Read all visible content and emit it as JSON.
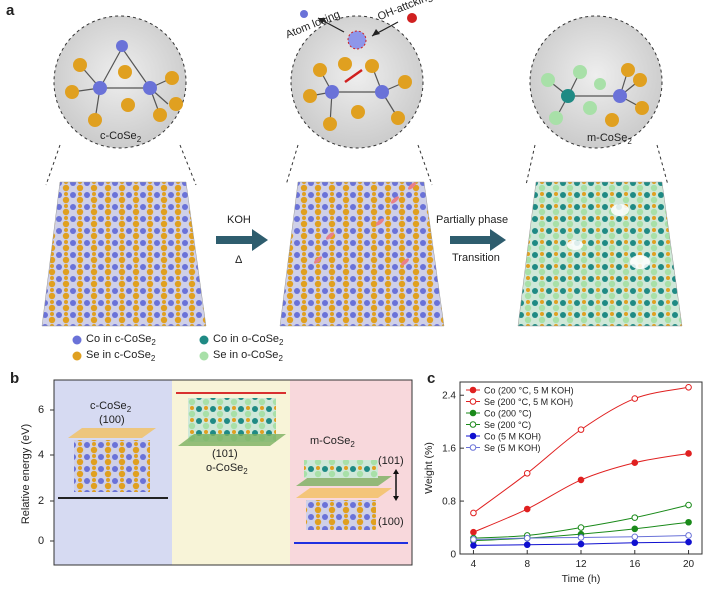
{
  "panel_a": {
    "letter": "a",
    "c_label": "c-CoSe",
    "c_sub": "2",
    "m_label": "m-CoSe",
    "m_sub": "2",
    "atom_losing": "Atom losing",
    "oh_attacking": "OH-attcking",
    "koh": "KOH",
    "delta": "Δ",
    "partially_phase": "Partially phase",
    "transition": "Transition",
    "legend": [
      {
        "prefix": "Co in c-CoSe",
        "sub": "2",
        "color": "#6a72d8"
      },
      {
        "prefix": "Se in c-CoSe",
        "sub": "2",
        "color": "#e0a020"
      },
      {
        "prefix": "Co in o-CoSe",
        "sub": "2",
        "color": "#1f8a84"
      },
      {
        "prefix": "Se in o-CoSe",
        "sub": "2",
        "color": "#a8e0a8"
      }
    ]
  },
  "panel_b": {
    "letter": "b",
    "ylabel": "Relative energy (eV)",
    "yticks": [
      "0",
      "2",
      "4",
      "6"
    ],
    "c_label": "c-CoSe",
    "c_sub": "2",
    "c_face": "(100)",
    "o_face": "(101)",
    "o_label": "o-CoSe",
    "o_sub": "2",
    "m_label": "m-CoSe",
    "m_sub": "2",
    "m_face_top": "(101)",
    "m_face_bottom": "(100)",
    "levels": [
      {
        "phase": "c-CoSe2",
        "energy": 1.9,
        "color": "#222222"
      },
      {
        "phase": "o-CoSe2",
        "energy": 6.7,
        "color": "#d83030"
      },
      {
        "phase": "m-CoSe2",
        "energy": -0.1,
        "color": "#2030e0"
      }
    ],
    "colors": {
      "c_bg": "#d6daf2",
      "o_bg": "#f8f4d8",
      "m_bg": "#f8d8dc"
    }
  },
  "panel_c": {
    "letter": "c"
  },
  "chart_data": {
    "type": "line",
    "xlabel": "Time (h)",
    "ylabel": "Weight (%)",
    "xlim": [
      3,
      21
    ],
    "ylim": [
      0,
      2.6
    ],
    "xticks": [
      4,
      8,
      12,
      16,
      20
    ],
    "yticks": [
      0,
      0.8,
      1.6,
      2.4
    ],
    "ytick_labels": [
      "0",
      "0.8",
      "1.6",
      "2.4"
    ],
    "legend_position": "top-left",
    "grid": false,
    "x": [
      4,
      8,
      12,
      16,
      20
    ],
    "series": [
      {
        "name": "Co (200 °C, 5 M KOH)",
        "color": "#e02020",
        "filled": true,
        "values": [
          0.33,
          0.68,
          1.12,
          1.38,
          1.52
        ]
      },
      {
        "name": "Se (200 °C, 5 M KOH)",
        "color": "#e02020",
        "filled": false,
        "values": [
          0.62,
          1.22,
          1.88,
          2.35,
          2.52
        ]
      },
      {
        "name": "Co (200 °C)",
        "color": "#1a8a1a",
        "filled": true,
        "values": [
          0.2,
          0.24,
          0.3,
          0.38,
          0.48
        ]
      },
      {
        "name": "Se (200 °C)",
        "color": "#1a8a1a",
        "filled": false,
        "values": [
          0.24,
          0.28,
          0.4,
          0.55,
          0.74
        ]
      },
      {
        "name": "Co (5 M KOH)",
        "color": "#1010d0",
        "filled": true,
        "values": [
          0.13,
          0.14,
          0.15,
          0.17,
          0.18
        ]
      },
      {
        "name": "Se (5 M KOH)",
        "color": "#6a72d8",
        "filled": false,
        "values": [
          0.22,
          0.24,
          0.25,
          0.26,
          0.28
        ]
      }
    ]
  }
}
